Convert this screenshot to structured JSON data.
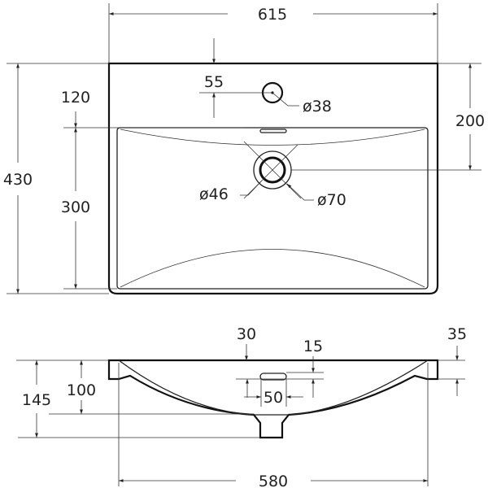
{
  "top_view": {
    "overall_width": "615",
    "overall_depth": "430",
    "front_to_basin": "120",
    "basin_depth": "300",
    "tap_hole_offset": "55",
    "tap_hole_diameter": "ø38",
    "drain_position": "200",
    "drain_inner_diameter": "ø46",
    "drain_outer_diameter": "ø70"
  },
  "side_view": {
    "top_thickness": "30",
    "overflow_height": "15",
    "rim_thickness": "35",
    "total_height": "145",
    "bowl_depth": "100",
    "overflow_width": "50",
    "basin_width": "580"
  },
  "colors": {
    "line": "#111111",
    "background": "#ffffff"
  }
}
